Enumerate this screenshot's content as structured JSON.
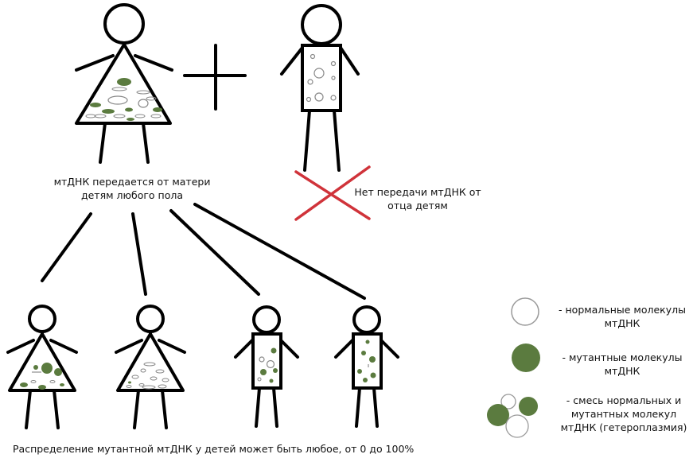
{
  "captions": {
    "mother_line1": "мтДНК передается от матери",
    "mother_line2": "детям любого пола",
    "father_line1": "Нет передачи мтДНК от",
    "father_line2": "отца детям",
    "bottom": "Распределение мутантной мтДНК у детей может быть любое, от 0 до 100%"
  },
  "legend": {
    "normal_line1": "- нормальные молекулы",
    "normal_line2": "мтДНК",
    "mutant_line1": "- мутантные молекулы",
    "mutant_line2": "мтДНК",
    "mix_line1": "- смесь нормальных и",
    "mix_line2": "мутантных молекул",
    "mix_line3": "мтДНК (гетероплазмия)"
  },
  "colors": {
    "line": "#000000",
    "mutant": "#5b7b3f",
    "cross": "#d0333a",
    "normal_outline": "#9a9a9a"
  }
}
